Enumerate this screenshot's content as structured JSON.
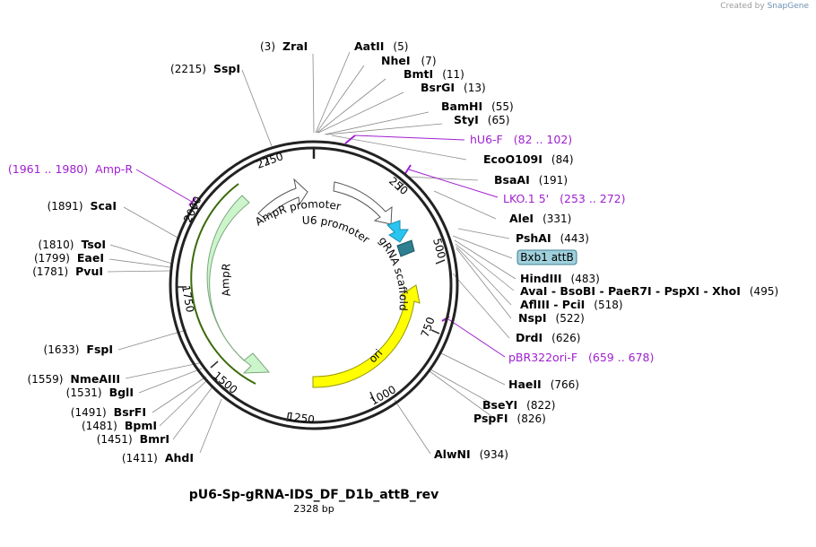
{
  "credit": {
    "prefix": "Created by",
    "brand": "SnapGene"
  },
  "plasmid": {
    "name": "pU6-Sp-gRNA-IDS_DF_D1b_attB_rev",
    "size_label": "2328 bp",
    "length": 2328
  },
  "ticks": [
    "250",
    "500",
    "750",
    "1000",
    "1250",
    "1500",
    "1750",
    "2000",
    "2250"
  ],
  "sites": [
    {
      "name": "ZraI",
      "pos": "(3)"
    },
    {
      "name": "AatII",
      "pos": "(5)"
    },
    {
      "name": "NheI",
      "pos": "(7)"
    },
    {
      "name": "BmtI",
      "pos": "(11)"
    },
    {
      "name": "BsrGI",
      "pos": "(13)"
    },
    {
      "name": "BamHI",
      "pos": "(55)"
    },
    {
      "name": "StyI",
      "pos": "(65)"
    },
    {
      "name": "EcoO109I",
      "pos": "(84)"
    },
    {
      "name": "BsaAI",
      "pos": "(191)"
    },
    {
      "name": "AleI",
      "pos": "(331)"
    },
    {
      "name": "PshAI",
      "pos": "(443)"
    },
    {
      "name": "HindIII",
      "pos": "(483)"
    },
    {
      "name": "AvaI  - BsoBI  - PaeR7I  - PspXI  - XhoI",
      "pos": "(495)"
    },
    {
      "name": "AflIII  - PciI",
      "pos": "(518)"
    },
    {
      "name": "NspI",
      "pos": "(522)"
    },
    {
      "name": "DrdI",
      "pos": "(626)"
    },
    {
      "name": "HaeII",
      "pos": "(766)"
    },
    {
      "name": "BseYI",
      "pos": "(822)"
    },
    {
      "name": "PspFI",
      "pos": "(826)"
    },
    {
      "name": "AlwNI",
      "pos": "(934)"
    },
    {
      "name": "AhdI",
      "pos": "(1411)"
    },
    {
      "name": "BmrI",
      "pos": "(1451)"
    },
    {
      "name": "BpmI",
      "pos": "(1481)"
    },
    {
      "name": "BsrFI",
      "pos": "(1491)"
    },
    {
      "name": "BglI",
      "pos": "(1531)"
    },
    {
      "name": "NmeAIII",
      "pos": "(1559)"
    },
    {
      "name": "FspI",
      "pos": "(1633)"
    },
    {
      "name": "PvuI",
      "pos": "(1781)"
    },
    {
      "name": "EaeI",
      "pos": "(1799)"
    },
    {
      "name": "TsoI",
      "pos": "(1810)"
    },
    {
      "name": "ScaI",
      "pos": "(1891)"
    },
    {
      "name": "SspI",
      "pos": "(2215)"
    }
  ],
  "primers": [
    {
      "name": "hU6-F",
      "range": "(82 .. 102)"
    },
    {
      "name": "LKO.1 5'",
      "range": "(253 .. 272)"
    },
    {
      "name": "pBR322ori-F",
      "range": "(659 .. 678)"
    },
    {
      "name": "Amp-R",
      "range": "(1961 .. 1980)"
    }
  ],
  "features": {
    "u6": "U6 promoter",
    "grna": "gRNA scaffold",
    "ampr_promoter": "AmpR promoter",
    "ampr": "AmpR",
    "ori": "ori",
    "attb": "Bxb1 attB"
  },
  "colors": {
    "primer": "#a020d0",
    "ampr": "#ccf5cc",
    "ori": "#ffff00",
    "u6_arrow": "#29c5f0",
    "grna": "#2e7f8f",
    "attb": "#9fd0dc"
  }
}
